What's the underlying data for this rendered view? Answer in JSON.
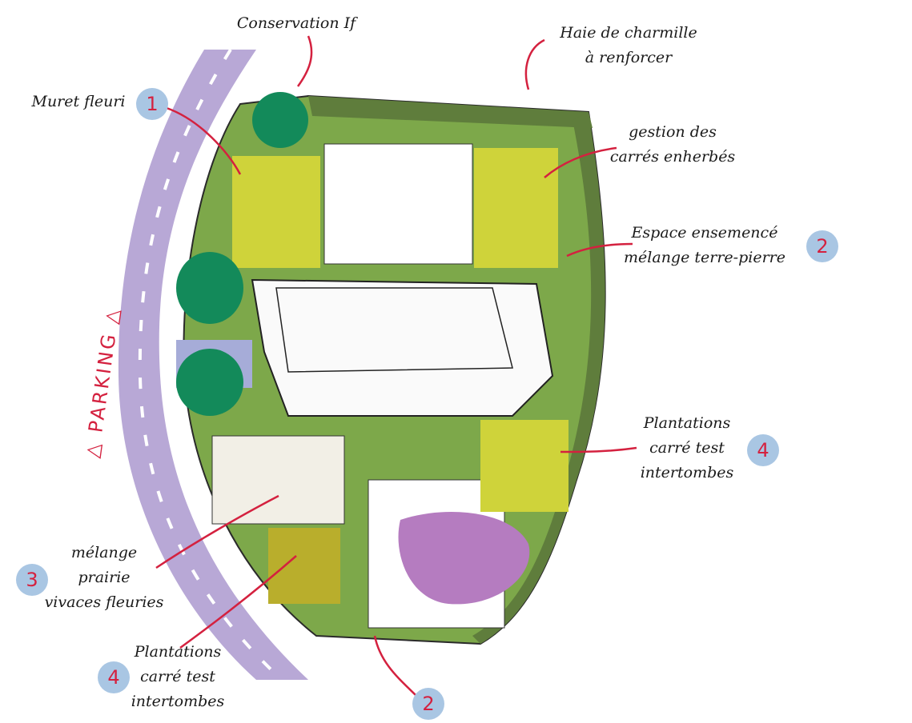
{
  "title_labels": {
    "conservation_if": "Conservation If",
    "haie": [
      "Haie de charmille",
      "à renforcer"
    ],
    "muret": "Muret fleuri",
    "gestion": [
      "gestion des",
      "carrés enherbés"
    ],
    "espace": [
      "Espace ensemencé",
      "mélange terre-pierre"
    ],
    "plantations_right": [
      "Plantations",
      "carré test",
      "intertombes"
    ],
    "melange": [
      "mélange",
      "prairie",
      "vivaces fleuries"
    ],
    "plantations_left": [
      "Plantations",
      "carré test",
      "intertombes"
    ],
    "parking": "PARKING"
  },
  "badges": {
    "muret": "1",
    "espace": "2",
    "plantations_right": "4",
    "melange": "3",
    "plantations_left": "4",
    "bottom": "2"
  },
  "colors": {
    "road": "#b8a8d6",
    "grass": "#7da84a",
    "hedge": "#5f7d3c",
    "yellow_grass": "#cfd33a",
    "purple_bed": "#b57cc0",
    "badge": "#a9c6e3",
    "accent": "#d4213f"
  }
}
